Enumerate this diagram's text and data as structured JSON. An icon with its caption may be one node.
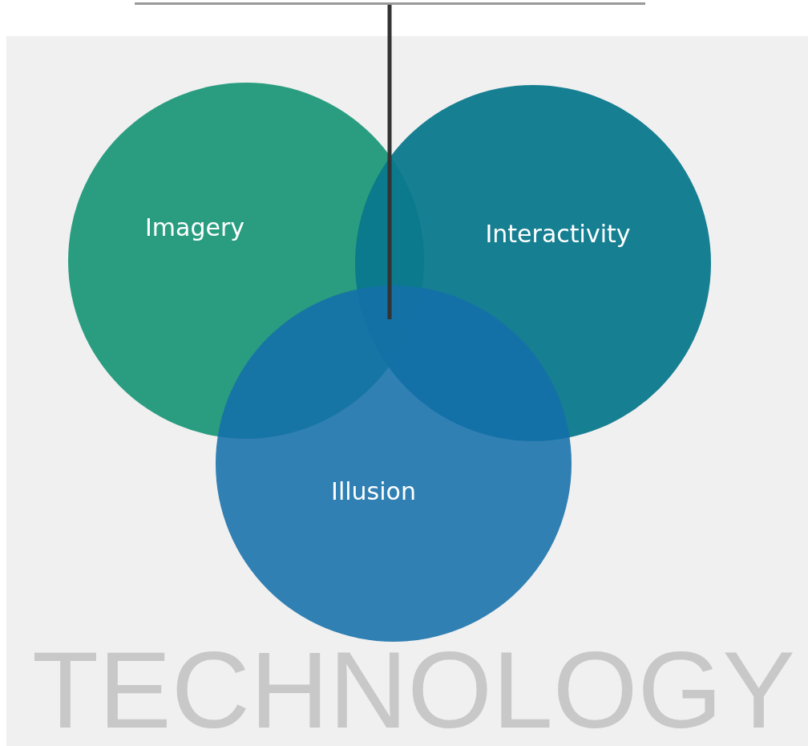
{
  "diagram": {
    "nodes": [
      {
        "text": [
          "Imagery"
        ]
      },
      {
        "text": [
          "Interactivity"
        ]
      },
      {
        "text": [
          "Illusion"
        ]
      },
      {
        "text": [],
        "shape": "bar"
      }
    ],
    "edges": [
      {
        "from": 3,
        "to": 0,
        "arrow": "none"
      }
    ],
    "labels": [
      "TECHNOLOGY"
    ]
  }
}
